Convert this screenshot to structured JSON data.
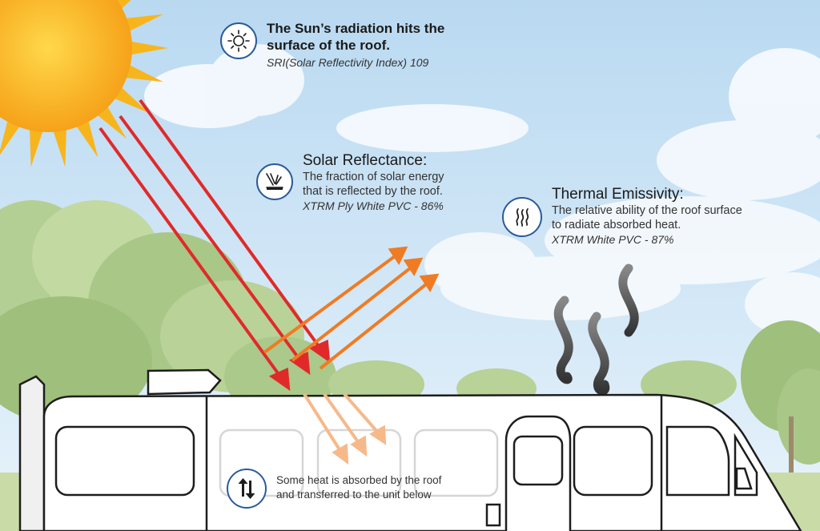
{
  "callouts": {
    "radiation": {
      "title_line1": "The Sun’s radiation hits the",
      "title_line2": "surface of the roof.",
      "spec": "SRI(Solar Reflectivity Index) 109",
      "icon": "sun-icon"
    },
    "reflectance": {
      "title": "Solar Reflectance:",
      "desc_line1": "The fraction of solar energy",
      "desc_line2": "that is reflected by the roof.",
      "spec": "XTRM Ply White PVC - 86%",
      "icon": "reflection-icon"
    },
    "emissivity": {
      "title": "Thermal Emissivity:",
      "desc_line1": "The relative ability of the roof surface",
      "desc_line2": "to radiate absorbed heat.",
      "spec": "XTRM White PVC - 87%",
      "icon": "heat-waves-icon"
    },
    "absorbed": {
      "desc_line1": "Some heat is absorbed by the roof",
      "desc_line2": "and transferred to the unit below",
      "icon": "up-down-arrows-icon"
    }
  },
  "colors": {
    "sky": "#cfe6f7",
    "sun": "#f9b21a",
    "incoming_ray": "#e02a2a",
    "reflected_ray": "#ef7b23",
    "absorbed_ray": "#f6b98a",
    "icon_ring": "#2a5b9a",
    "heat_wave": "#555555"
  }
}
